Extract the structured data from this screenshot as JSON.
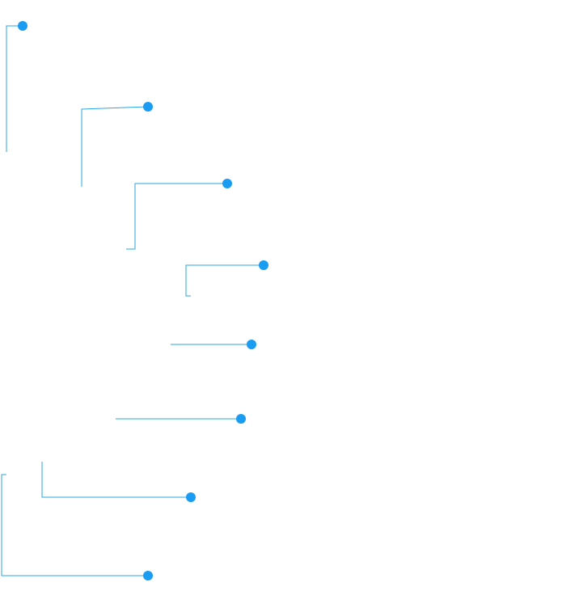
{
  "diagram": {
    "type": "callout-leader-lines",
    "colors": {
      "line": "#2aa7e0",
      "dot": "#1a9cf2",
      "background": "#ffffff"
    },
    "leaders": [
      {
        "id": "leader-1",
        "shape": "bracket"
      },
      {
        "id": "leader-2",
        "shape": "bracket"
      },
      {
        "id": "leader-3",
        "shape": "bracket-with-foot"
      },
      {
        "id": "leader-4",
        "shape": "bracket-with-foot"
      },
      {
        "id": "leader-5",
        "shape": "straight"
      },
      {
        "id": "leader-6",
        "shape": "straight"
      },
      {
        "id": "leader-7",
        "shape": "elbow-up"
      },
      {
        "id": "leader-8",
        "shape": "elbow-up-with-foot"
      }
    ]
  }
}
